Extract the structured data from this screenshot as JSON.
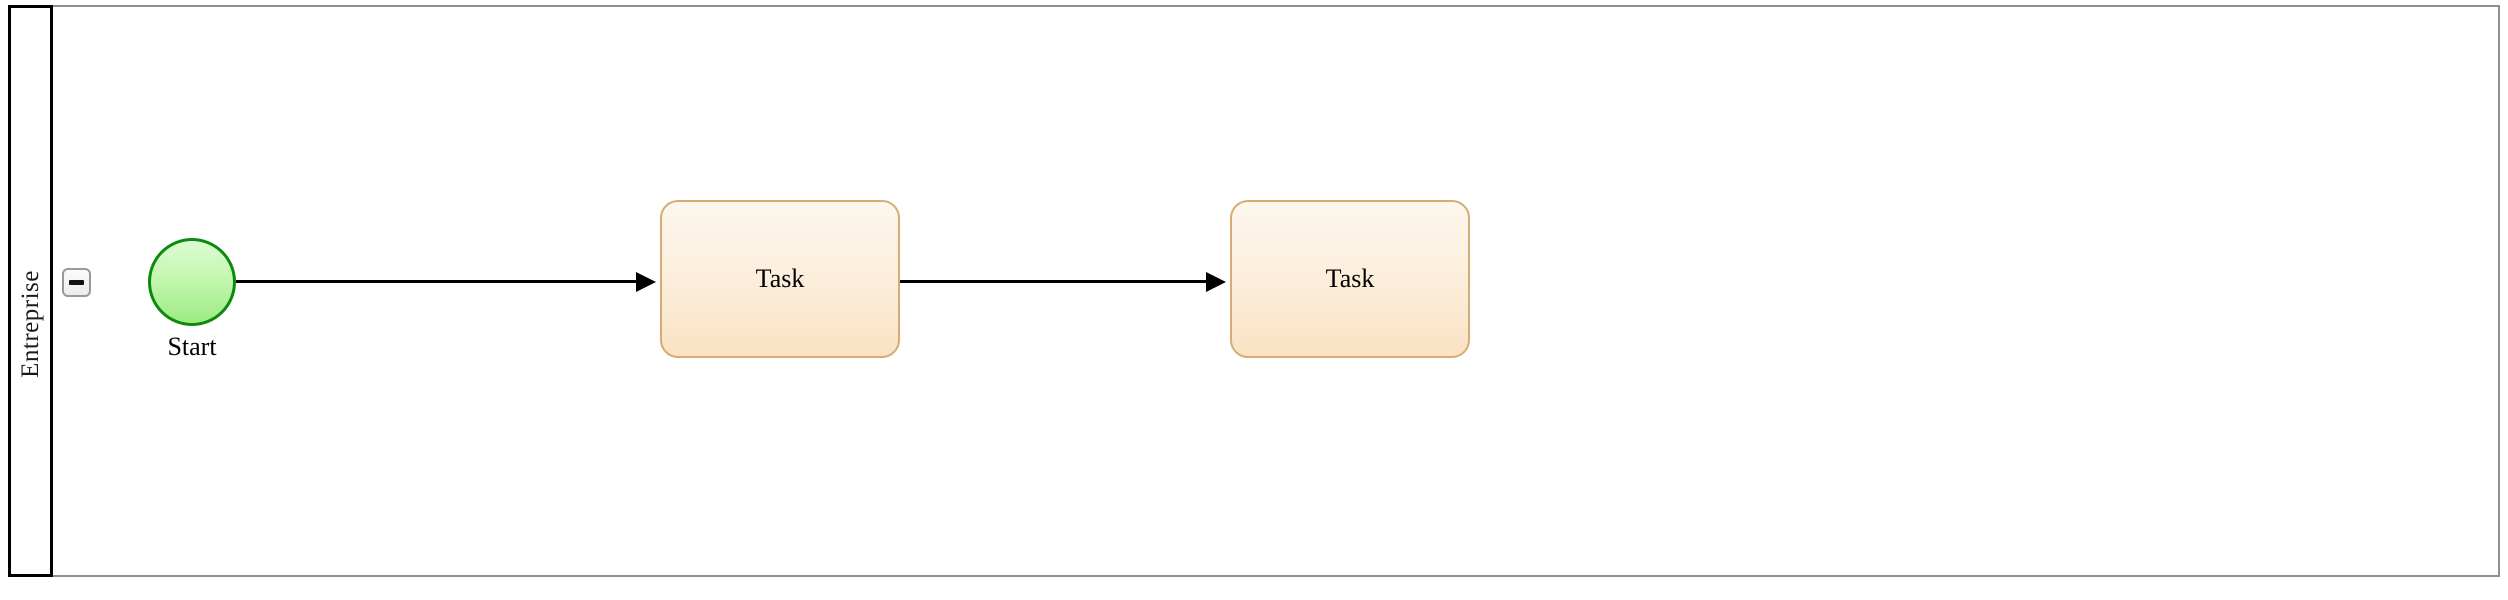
{
  "diagram": {
    "type": "bpmn-pool",
    "pool": {
      "name": "Entreprise",
      "collapse_button": {
        "icon": "minus-icon",
        "state": "expanded"
      }
    },
    "nodes": [
      {
        "id": "start-event",
        "kind": "start-event",
        "label": "Start",
        "shape": "circle",
        "fill": "#c4f7b0",
        "stroke": "#0d8a0d"
      },
      {
        "id": "task-1",
        "kind": "task",
        "label": "Task",
        "shape": "rounded-rectangle",
        "fill": "#fcefdd",
        "stroke": "#d6ab74"
      },
      {
        "id": "task-2",
        "kind": "task",
        "label": "Task",
        "shape": "rounded-rectangle",
        "fill": "#fcefdd",
        "stroke": "#d6ab74"
      }
    ],
    "flows": [
      {
        "id": "flow-1",
        "from": "start-event",
        "to": "task-1",
        "label": ""
      },
      {
        "id": "flow-2",
        "from": "task-1",
        "to": "task-2",
        "label": ""
      }
    ]
  }
}
